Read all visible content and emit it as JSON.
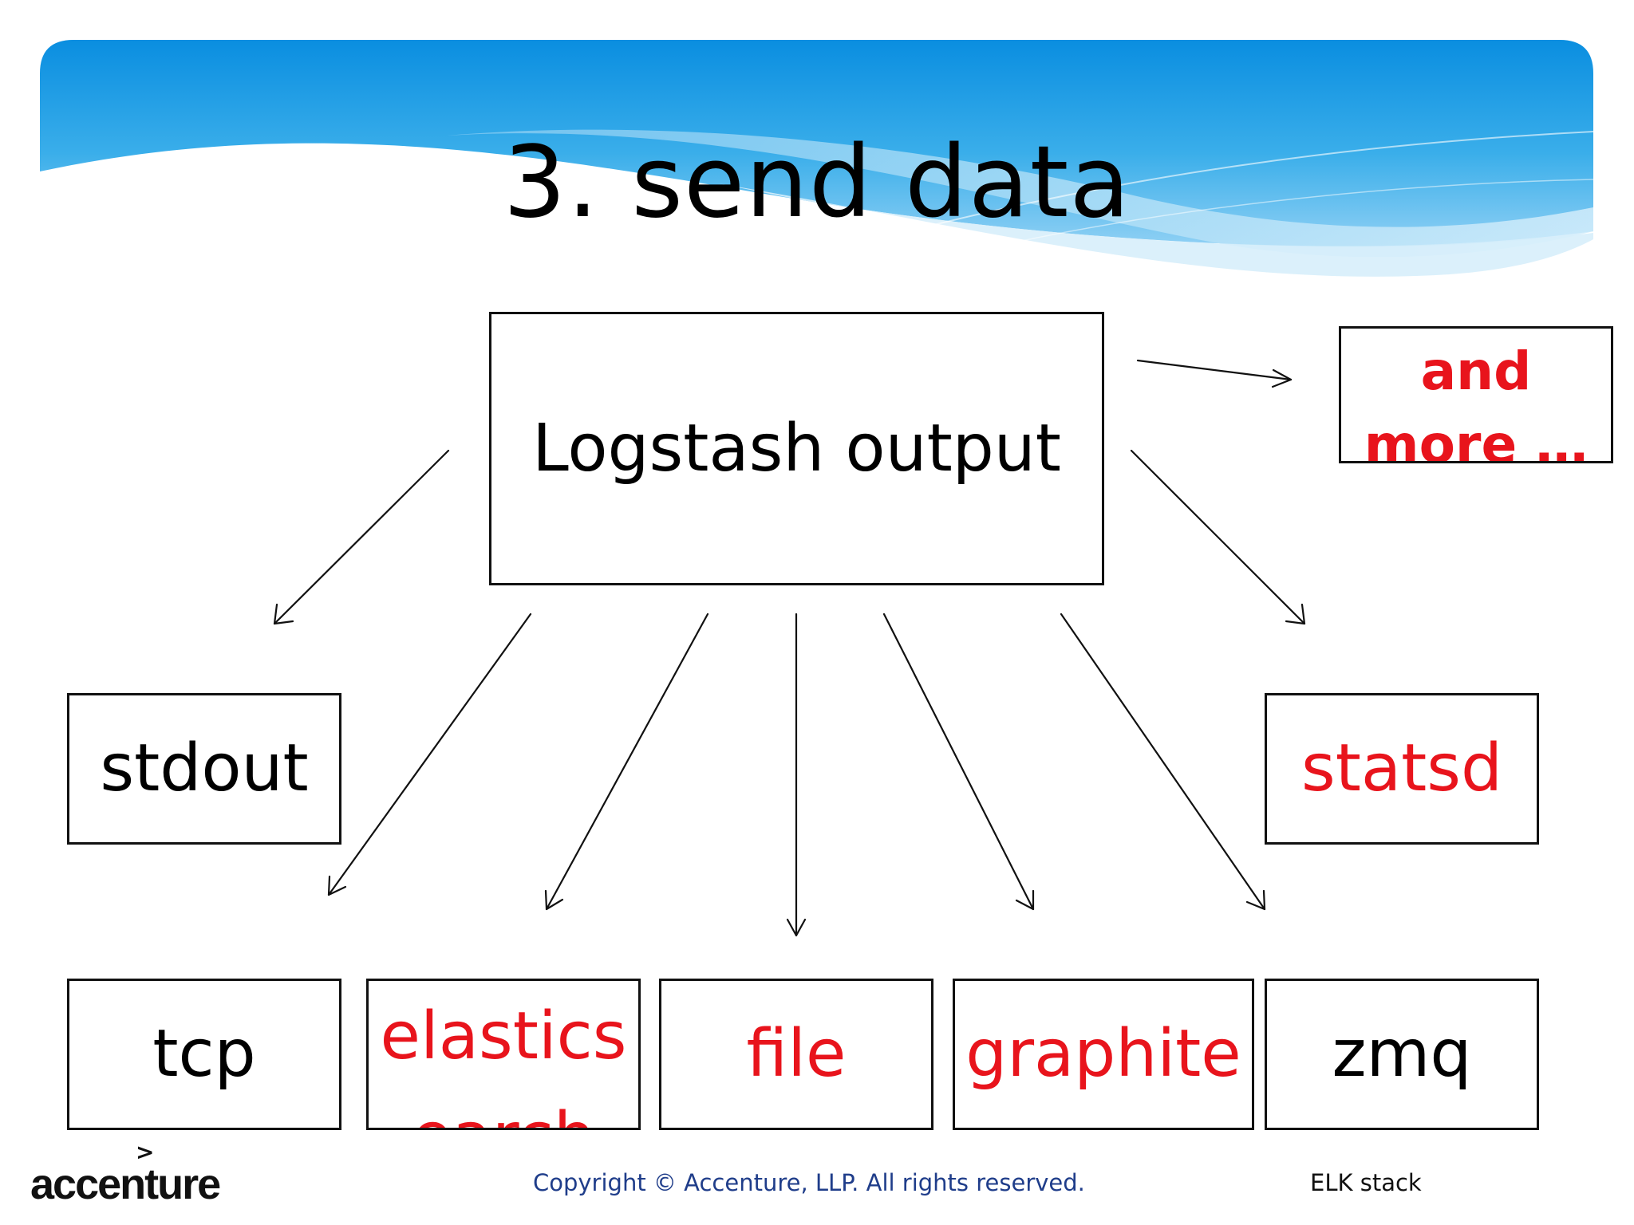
{
  "slide": {
    "title": "3. send data",
    "center_node": "Logstash output",
    "more_node": [
      "and",
      "more …"
    ],
    "outputs": {
      "stdout": "stdout",
      "statsd": "statsd",
      "tcp": "tcp",
      "elasticsearch": [
        "elastics",
        "earch"
      ],
      "file": "file",
      "graphite": "graphite",
      "zmq": "zmq"
    }
  },
  "footer": {
    "logo": "accenture",
    "logo_mark": ">",
    "copyright": "Copyright © Accenture, LLP. All rights reserved.",
    "deck_name": "ELK stack"
  },
  "colors": {
    "highlight": "#e8141c",
    "banner_top": "#0a8ee0",
    "banner_light": "#bfe4f8",
    "copyright_text": "#1f3d8a"
  }
}
